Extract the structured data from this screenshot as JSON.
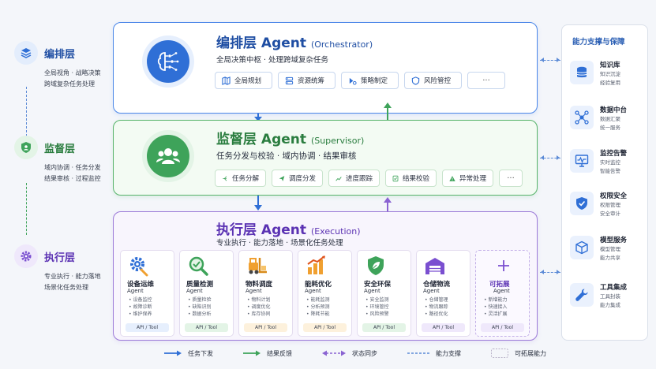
{
  "left_legend": [
    {
      "title": "编排层",
      "desc": [
        "全局视角 · 战略决策",
        "跨域复杂任务处理"
      ]
    },
    {
      "title": "监督层",
      "desc": [
        "域内协调 · 任务分发",
        "结果审核 · 过程监控"
      ]
    },
    {
      "title": "执行层",
      "desc": [
        "专业执行 · 能力落地",
        "场景化任务处理"
      ]
    }
  ],
  "orchestrator": {
    "title": "编排层 Agent",
    "title_en": "(Orchestrator)",
    "subtitle": "全局决策中枢 · 处理跨域复杂任务",
    "chips": [
      "全局规划",
      "资源统筹",
      "策略制定",
      "风险管控",
      "···"
    ]
  },
  "supervisor": {
    "title": "监督层 Agent",
    "title_en": "(Supervisor)",
    "subtitle": "任务分发与校验 · 域内协调 · 结果审核",
    "chips": [
      "任务分解",
      "调度分发",
      "进度跟踪",
      "结果校验",
      "异常处理",
      "···"
    ]
  },
  "execution": {
    "title": "执行层 Agent",
    "title_en": "(Execution)",
    "subtitle": "专业执行 · 能力落地 · 场景化任务处理",
    "cards": [
      {
        "name": "设备运维",
        "agent": "Agent",
        "features": [
          "设备监控",
          "故障诊断",
          "维护保养"
        ],
        "tag": "API / Tool"
      },
      {
        "name": "质量检测",
        "agent": "Agent",
        "features": [
          "质量检验",
          "缺陷识别",
          "数据分析"
        ],
        "tag": "API / Tool"
      },
      {
        "name": "物料调度",
        "agent": "Agent",
        "features": [
          "物料计划",
          "调度优化",
          "库存协同"
        ],
        "tag": "API / Tool"
      },
      {
        "name": "能耗优化",
        "agent": "Agent",
        "features": [
          "能耗监测",
          "分析预测",
          "降耗节能"
        ],
        "tag": "API / Tool"
      },
      {
        "name": "安全环保",
        "agent": "Agent",
        "features": [
          "安全监测",
          "环境管控",
          "风险预警"
        ],
        "tag": "API / Tool"
      },
      {
        "name": "仓储物流",
        "agent": "Agent",
        "features": [
          "仓储管理",
          "物流跟踪",
          "路径优化"
        ],
        "tag": "API / Tool"
      },
      {
        "name": "可拓展",
        "agent": "Agent",
        "features": [
          "新增能力",
          "快速接入",
          "灵活扩展"
        ],
        "tag": "API / Tool"
      }
    ]
  },
  "support": {
    "title": "能力支撑与保障",
    "items": [
      {
        "name": "知识库",
        "desc": [
          "知识沉淀",
          "经验复用"
        ]
      },
      {
        "name": "数据中台",
        "desc": [
          "数据汇聚",
          "统一服务"
        ]
      },
      {
        "name": "监控告警",
        "desc": [
          "实时监控",
          "智能告警"
        ]
      },
      {
        "name": "权限安全",
        "desc": [
          "权限管理",
          "安全审计"
        ]
      },
      {
        "name": "模型服务",
        "desc": [
          "模型管理",
          "能力共享"
        ]
      },
      {
        "name": "工具集成",
        "desc": [
          "工具封装",
          "能力集成"
        ]
      }
    ]
  },
  "legend": [
    "任务下发",
    "结果反馈",
    "状态同步",
    "能力支撑",
    "可拓展能力"
  ],
  "colors": {
    "blue": "#4a86e8",
    "green": "#3ea35a",
    "purple": "#8a63d2",
    "orange": "#f0a030"
  }
}
